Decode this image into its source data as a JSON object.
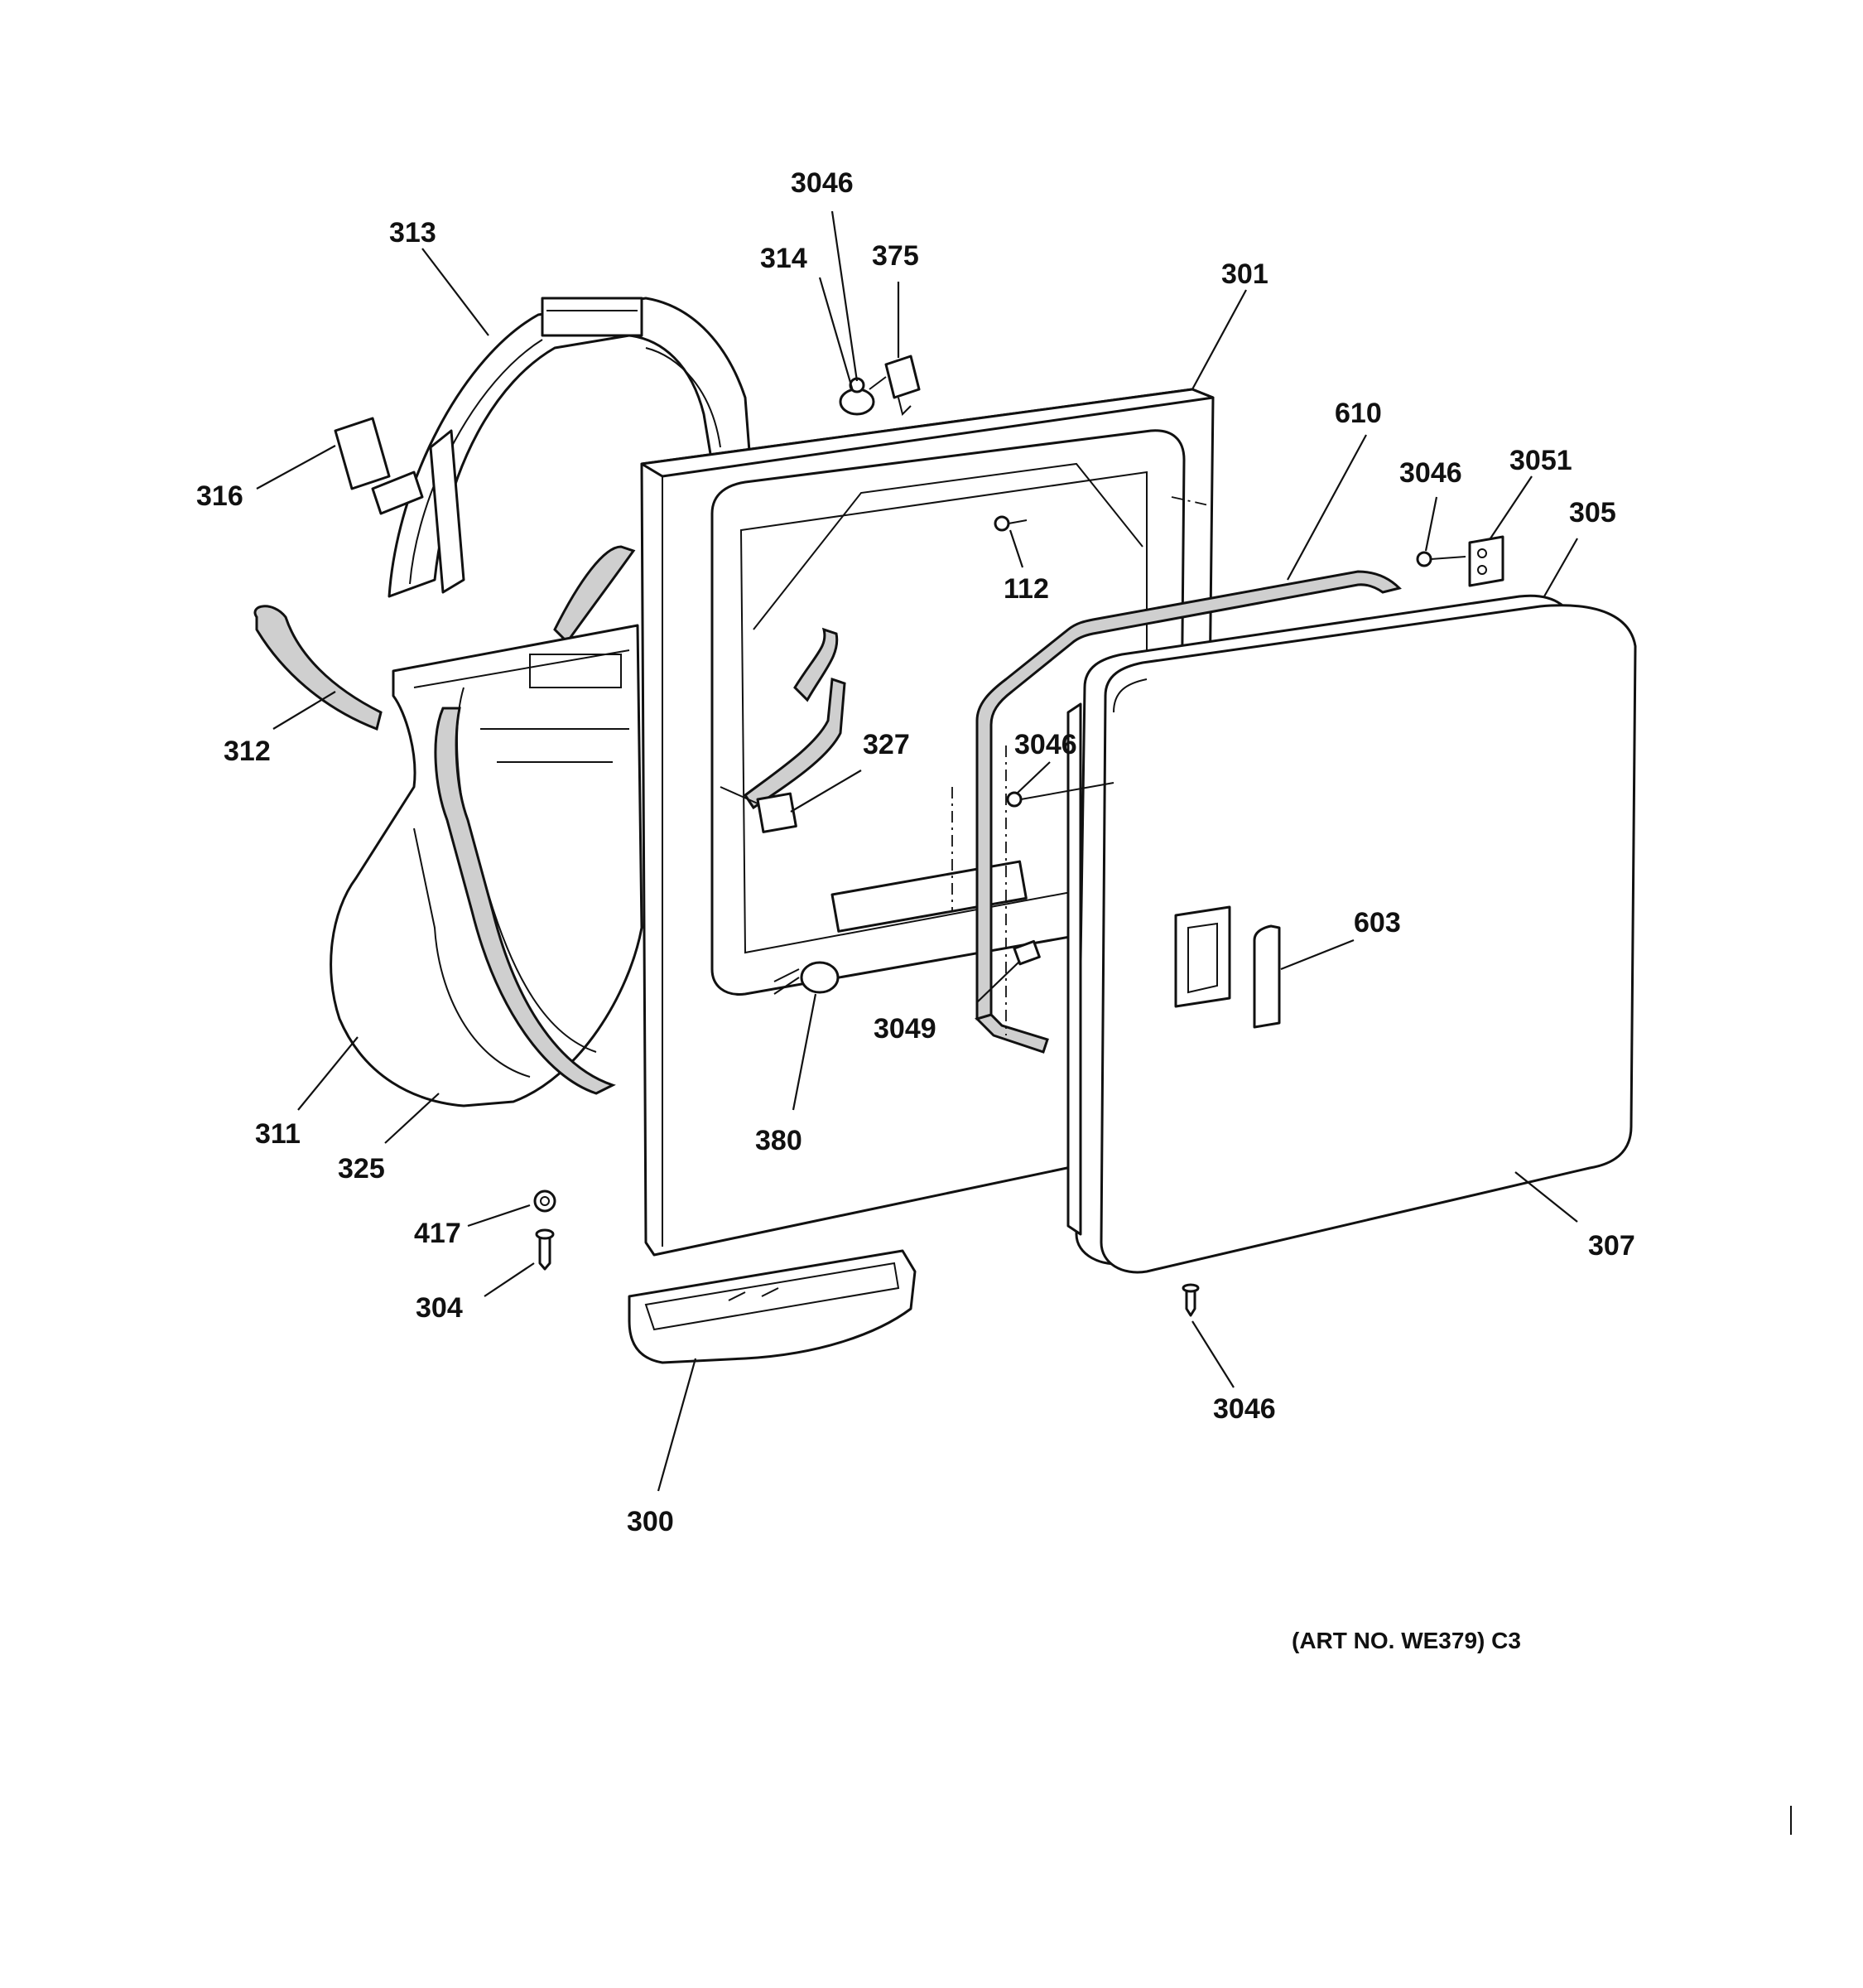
{
  "labels": {
    "l3046_top": "3046",
    "l313": "313",
    "l314": "314",
    "l375": "375",
    "l301": "301",
    "l610": "610",
    "l3046_hinge": "3046",
    "l3051": "3051",
    "l305": "305",
    "l316": "316",
    "l112": "112",
    "l312": "312",
    "l327": "327",
    "l3046_mid": "3046",
    "l603": "603",
    "l3049": "3049",
    "l311": "311",
    "l325": "325",
    "l380": "380",
    "l417": "417",
    "l304": "304",
    "l307": "307",
    "l3046_bottom": "3046",
    "l300": "300"
  },
  "art_number": "(ART NO. WE379) C3"
}
